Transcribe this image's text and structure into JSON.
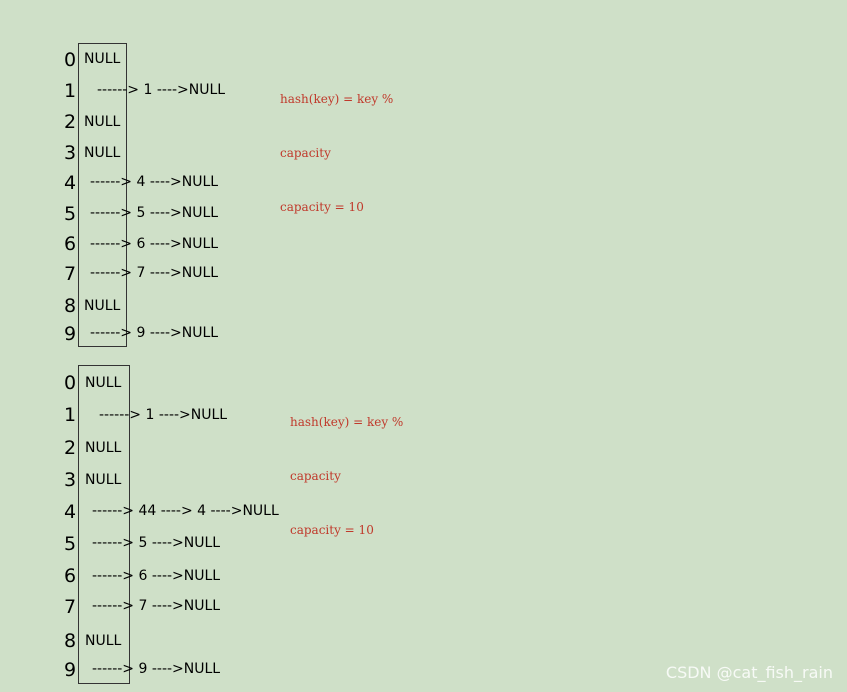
{
  "tables": [
    {
      "rows": [
        {
          "index": "0",
          "text": "NULL"
        },
        {
          "index": "1",
          "text": "------> 1 ---->NULL"
        },
        {
          "index": "2",
          "text": "NULL"
        },
        {
          "index": "3",
          "text": "NULL"
        },
        {
          "index": "4",
          "text": "------> 4 ---->NULL"
        },
        {
          "index": "5",
          "text": "------> 5 ---->NULL"
        },
        {
          "index": "6",
          "text": "------> 6 ---->NULL"
        },
        {
          "index": "7",
          "text": "------> 7 ---->NULL"
        },
        {
          "index": "8",
          "text": "NULL"
        },
        {
          "index": "9",
          "text": "------> 9 ---->NULL"
        }
      ],
      "note": {
        "line1": "hash(key) = key %",
        "line2": "capacity",
        "line3": "capacity = 10"
      }
    },
    {
      "rows": [
        {
          "index": "0",
          "text": "NULL"
        },
        {
          "index": "1",
          "text": "------> 1 ---->NULL"
        },
        {
          "index": "2",
          "text": "NULL"
        },
        {
          "index": "3",
          "text": "NULL"
        },
        {
          "index": "4",
          "text": "------> 44 ----> 4 ---->NULL"
        },
        {
          "index": "5",
          "text": "------> 5 ---->NULL"
        },
        {
          "index": "6",
          "text": "------> 6 ---->NULL"
        },
        {
          "index": "7",
          "text": "------> 7 ---->NULL"
        },
        {
          "index": "8",
          "text": "NULL"
        },
        {
          "index": "9",
          "text": "------> 9 ---->NULL"
        }
      ],
      "note": {
        "line1": "hash(key) = key %",
        "line2": "capacity",
        "line3": "capacity = 10"
      }
    }
  ],
  "watermark": "CSDN @cat_fish_rain"
}
